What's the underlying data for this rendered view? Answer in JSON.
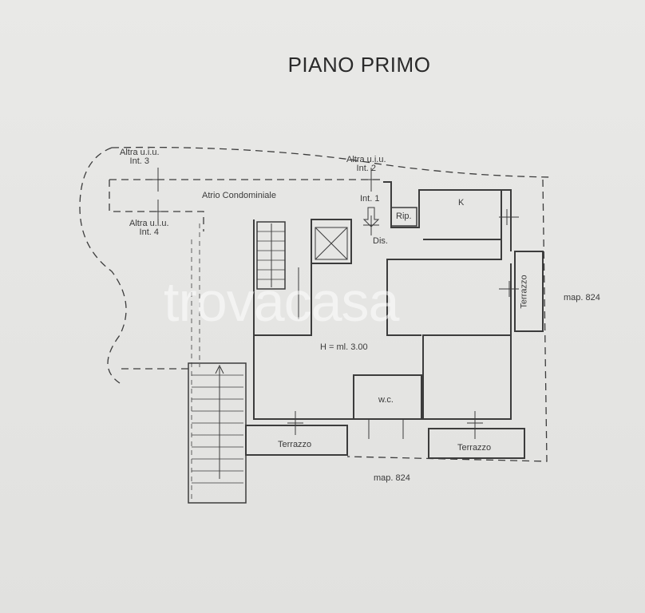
{
  "title": "PIANO PRIMO",
  "labels": {
    "altra_int3_a": "Altra u.i.u.",
    "altra_int3_b": "Int. 3",
    "altra_int2_a": "Altra u.i.u.",
    "altra_int2_b": "Int. 2",
    "altra_int4_a": "Altra u.i.u.",
    "altra_int4_b": "Int. 4",
    "atrio": "Atrio Condominiale",
    "int1": "Int. 1",
    "rip": "Rip.",
    "k": "K",
    "dis": "Dis.",
    "terrazzo_right": "Terrazzo",
    "map_right": "map. 824",
    "height": "H = ml. 3.00",
    "wc": "w.c.",
    "terrazzo_left": "Terrazzo",
    "terrazzo_bottom_right": "Terrazzo",
    "map_bottom": "map. 824"
  },
  "watermark": "trovacasa"
}
